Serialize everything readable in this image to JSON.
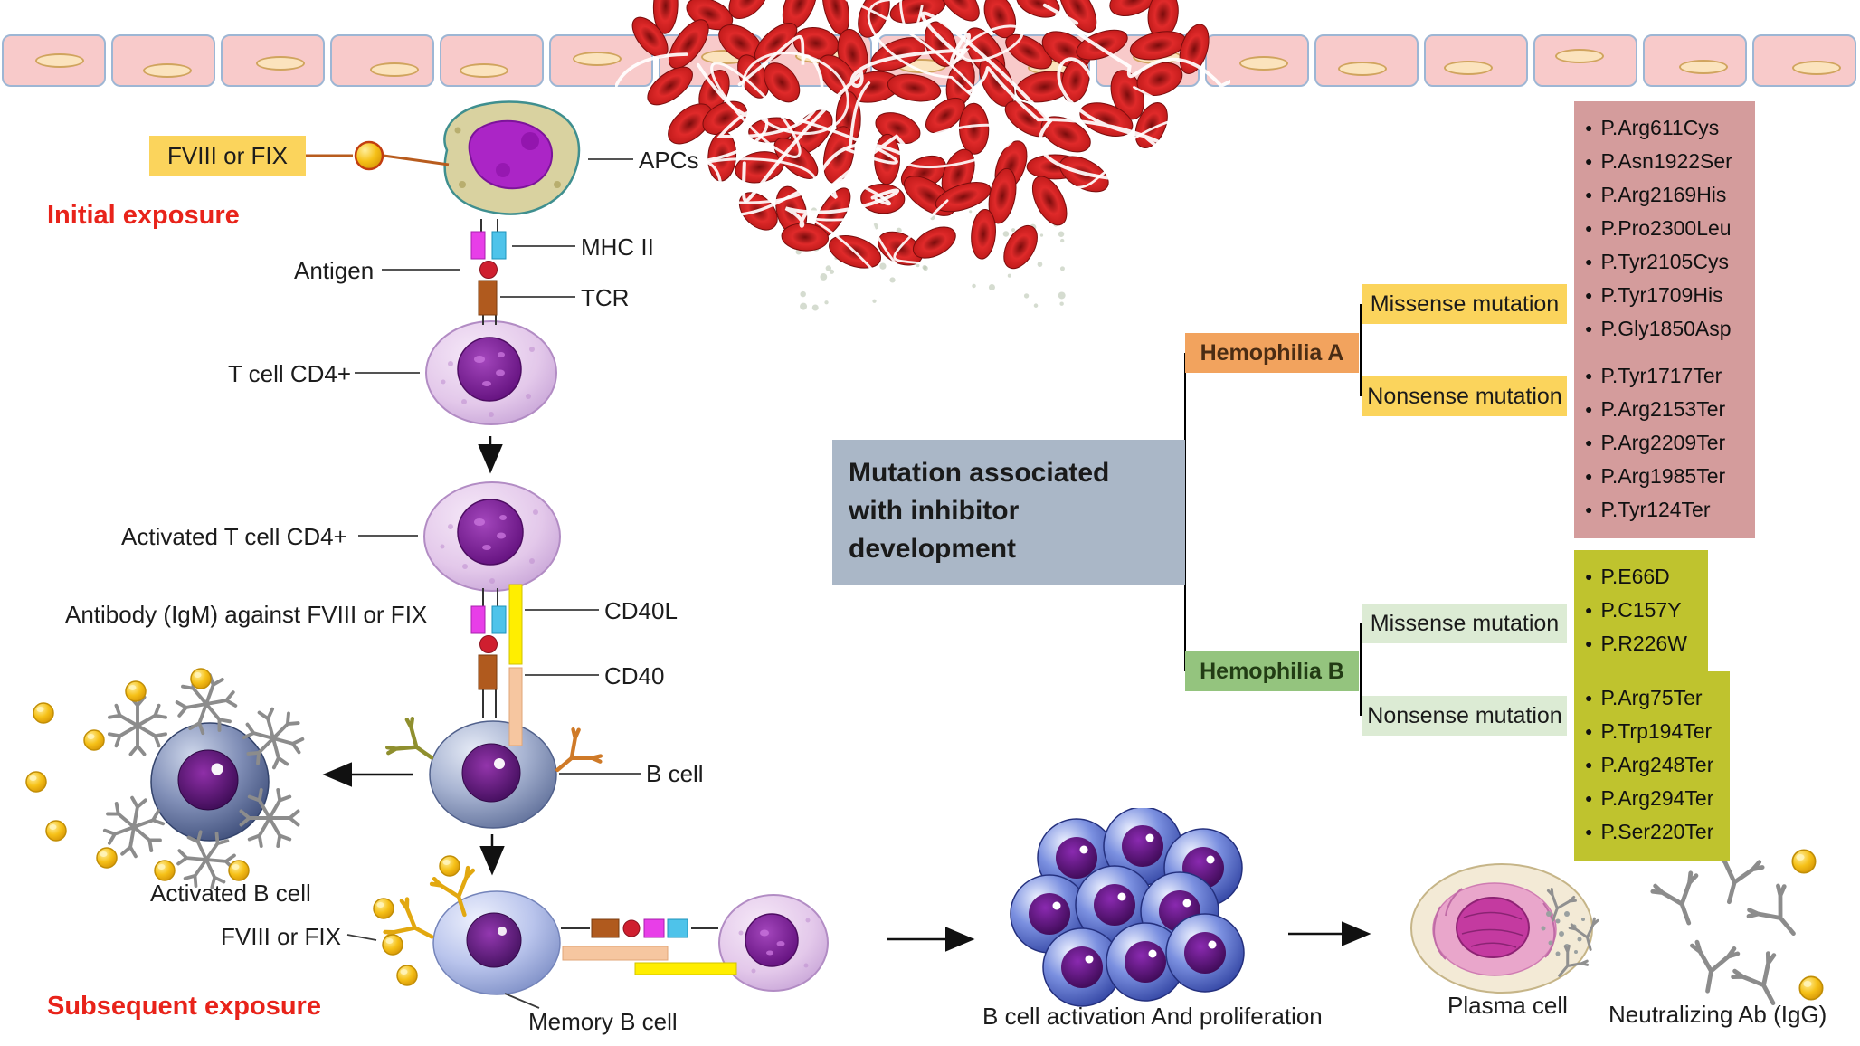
{
  "labels": {
    "fviii_initial": "FVIII or FIX",
    "initial_exposure": "Initial exposure",
    "antigen": "Antigen",
    "apcs": "APCs",
    "mhc2": "MHC II",
    "tcr": "TCR",
    "tcell": "T cell CD4+",
    "activated_tcell": "Activated T cell CD4+",
    "igm": "Antibody (IgM) against FVIII or FIX",
    "cd40l": "CD40L",
    "cd40": "CD40",
    "bcell": "B cell",
    "activated_bcell": "Activated B cell",
    "fviii_subsequent": "FVIII or FIX",
    "subsequent_exposure": "Subsequent exposure",
    "memory_bcell": "Memory B cell",
    "bcell_activation": "B cell activation And proliferation",
    "plasma_cell": "Plasma cell",
    "neutralizing_ab": "Neutralizing Ab (IgG)"
  },
  "mutation_tree": {
    "root_label": "Mutation associated with inhibitor development",
    "hemophilia_a": {
      "label": "Hemophilia A",
      "missense_label": "Missense mutation",
      "missense_items": [
        "P.Arg611Cys",
        "P.Asn1922Ser",
        "P.Arg2169His",
        "P.Pro2300Leu",
        "P.Tyr2105Cys",
        "P.Tyr1709His",
        "P.Gly1850Asp"
      ],
      "nonsense_label": "Nonsense mutation",
      "nonsense_items": [
        "P.Tyr1717Ter",
        "P.Arg2153Ter",
        "P.Arg2209Ter",
        "P.Arg1985Ter",
        "P.Tyr124Ter"
      ]
    },
    "hemophilia_b": {
      "label": "Hemophilia B",
      "missense_label": "Missense mutation",
      "missense_items": [
        "P.E66D",
        "P.C157Y",
        "P.R226W"
      ],
      "nonsense_label": "Nonsense mutation",
      "nonsense_items": [
        "P.Arg75Ter",
        "P.Trp194Ter",
        "P.Arg248Ter",
        "P.Arg294Ter",
        "P.Ser220Ter"
      ]
    }
  },
  "icons": {
    "factor_molecule": "yellow-sphere",
    "igm_antibody": "pentamer-antibody",
    "igg_antibody": "y-antibody",
    "arrow": "black-arrow"
  },
  "colors": {
    "exposure-red": "#e8231a",
    "label-yellow": "#fbd45c",
    "hemo-a-orange": "#f2a35e",
    "hemo-b-green": "#94c47e",
    "mut-root-bg": "#aab7c7",
    "missense-a-bg": "#fbd45c",
    "missense-b-bg": "#dcebd4",
    "list-a-bg": "#d49c9c",
    "list-b-bg": "#bfc32e"
  }
}
